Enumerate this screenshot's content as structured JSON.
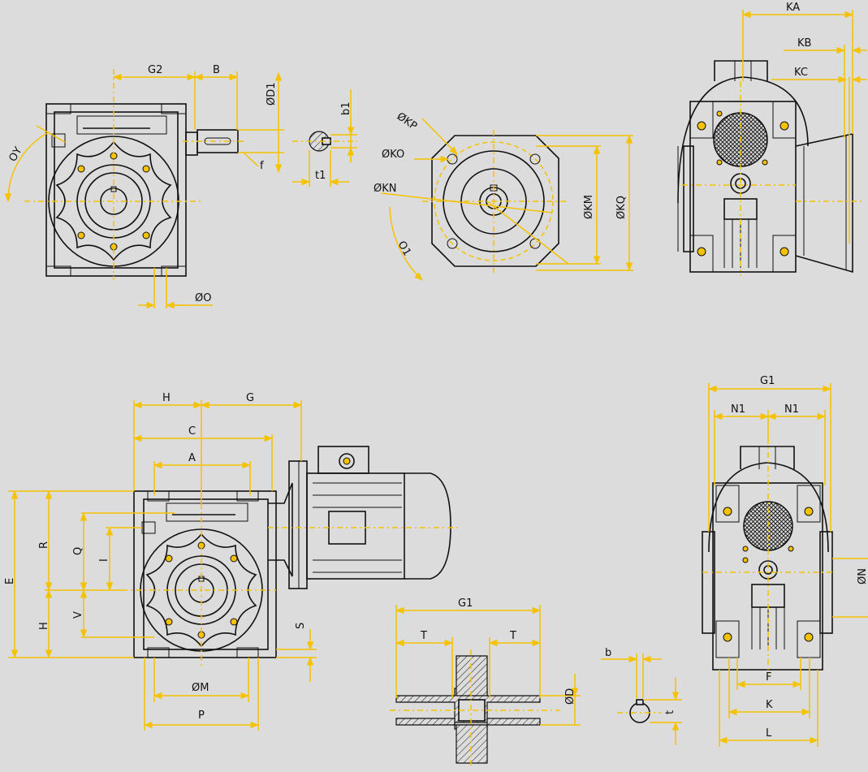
{
  "labels": {
    "G2": "G2",
    "B": "B",
    "OD1": "ØD1",
    "b1": "b1",
    "OY": "ΟΥ",
    "f": "f",
    "t1": "t1",
    "OO": "ØO",
    "OKP": "ØKP",
    "OKO": "ØKO",
    "OKN": "ØKN",
    "OKM": "ØKM",
    "OKQ": "ØKQ",
    "O1": "Ο1",
    "KA": "KA",
    "KB": "KB",
    "KC": "KC",
    "H_top": "H",
    "G": "G",
    "C": "C",
    "A": "A",
    "E": "E",
    "R": "R",
    "Q": "Q",
    "I": "I",
    "V": "V",
    "H_side": "H",
    "S": "S",
    "OM": "ØM",
    "P": "P",
    "G1_mid": "G1",
    "T_left": "T",
    "T_right": "T",
    "OD": "ØD",
    "b": "b",
    "t": "t",
    "G1_right": "G1",
    "N1_left": "N1",
    "N1_right": "N1",
    "F": "F",
    "K": "K",
    "L": "L",
    "ON": "ØN"
  },
  "colors": {
    "background": "#dcdcdc",
    "dimension": "#f5c200",
    "outline": "#111111"
  }
}
